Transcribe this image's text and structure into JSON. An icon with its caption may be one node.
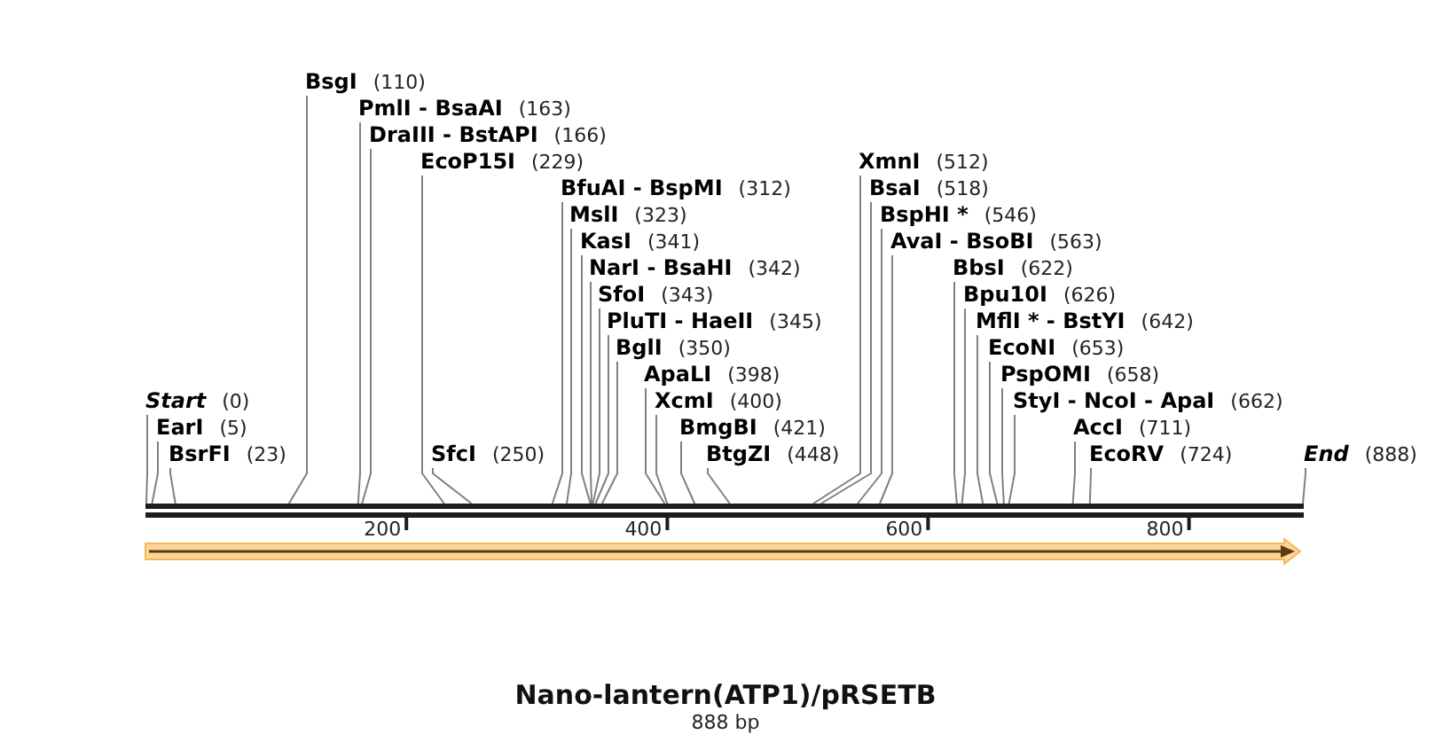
{
  "diagram": {
    "title": "Nano-lantern(ATP1)/pRSETB",
    "caption": "888 bp",
    "nodes": [
      {
        "text": [
          "Start",
          "(0)"
        ]
      },
      {
        "text": [
          "EarI",
          "(5)"
        ]
      },
      {
        "text": [
          "BsrFI",
          "(23)"
        ]
      },
      {
        "text": [
          "BsgI",
          "(110)"
        ]
      },
      {
        "text": [
          "PmlI - BsaAI",
          "(163)"
        ]
      },
      {
        "text": [
          "DraIII - BstAPI",
          "(166)"
        ]
      },
      {
        "text": [
          "EcoP15I",
          "(229)"
        ]
      },
      {
        "text": [
          "SfcI",
          "(250)"
        ]
      },
      {
        "text": [
          "BfuAI - BspMI",
          "(312)"
        ]
      },
      {
        "text": [
          "MslI",
          "(323)"
        ]
      },
      {
        "text": [
          "KasI",
          "(341)"
        ]
      },
      {
        "text": [
          "NarI - BsaHI",
          "(342)"
        ]
      },
      {
        "text": [
          "SfoI",
          "(343)"
        ]
      },
      {
        "text": [
          "PluTI - HaeII",
          "(345)"
        ]
      },
      {
        "text": [
          "BglI",
          "(350)"
        ]
      },
      {
        "text": [
          "ApaLI",
          "(398)"
        ]
      },
      {
        "text": [
          "XcmI",
          "(400)"
        ]
      },
      {
        "text": [
          "BmgBI",
          "(421)"
        ]
      },
      {
        "text": [
          "BtgZI",
          "(448)"
        ]
      },
      {
        "text": [
          "XmnI",
          "(512)"
        ]
      },
      {
        "text": [
          "BsaI",
          "(518)"
        ]
      },
      {
        "text": [
          "BspHI *",
          "(546)"
        ]
      },
      {
        "text": [
          "AvaI - BsoBI",
          "(563)"
        ]
      },
      {
        "text": [
          "BbsI",
          "(622)"
        ]
      },
      {
        "text": [
          "Bpu10I",
          "(626)"
        ]
      },
      {
        "text": [
          "MflI * - BstYI",
          "(642)"
        ]
      },
      {
        "text": [
          "EcoNI",
          "(653)"
        ]
      },
      {
        "text": [
          "PspOMI",
          "(658)"
        ]
      },
      {
        "text": [
          "StyI - NcoI - ApaI",
          "(662)"
        ]
      },
      {
        "text": [
          "AccI",
          "(711)"
        ]
      },
      {
        "text": [
          "EcoRV",
          "(724)"
        ]
      },
      {
        "text": [
          "End",
          "(888)"
        ]
      },
      {
        "text": [],
        "shape": "bar"
      }
    ],
    "edges": [
      {
        "from": 0,
        "to": 32,
        "arrow": "none"
      },
      {
        "from": 1,
        "to": 32,
        "arrow": "none"
      },
      {
        "from": 2,
        "to": 32,
        "arrow": "none"
      },
      {
        "from": 3,
        "to": 32,
        "arrow": "none"
      },
      {
        "from": 4,
        "to": 32,
        "arrow": "none"
      },
      {
        "from": 5,
        "to": 32,
        "arrow": "none"
      },
      {
        "from": 6,
        "to": 32,
        "arrow": "none"
      },
      {
        "from": 7,
        "to": 32,
        "arrow": "none"
      },
      {
        "from": 8,
        "to": 32,
        "arrow": "none"
      },
      {
        "from": 9,
        "to": 32,
        "arrow": "none"
      },
      {
        "from": 10,
        "to": 32,
        "arrow": "none"
      },
      {
        "from": 11,
        "to": 32,
        "arrow": "none"
      },
      {
        "from": 12,
        "to": 32,
        "arrow": "none"
      },
      {
        "from": 13,
        "to": 32,
        "arrow": "none"
      },
      {
        "from": 14,
        "to": 32,
        "arrow": "none"
      },
      {
        "from": 15,
        "to": 32,
        "arrow": "none"
      },
      {
        "from": 16,
        "to": 32,
        "arrow": "none"
      },
      {
        "from": 17,
        "to": 32,
        "arrow": "none"
      },
      {
        "from": 18,
        "to": 32,
        "arrow": "none"
      },
      {
        "from": 19,
        "to": 32,
        "arrow": "none"
      },
      {
        "from": 20,
        "to": 32,
        "arrow": "none"
      },
      {
        "from": 21,
        "to": 32,
        "arrow": "none"
      },
      {
        "from": 22,
        "to": 32,
        "arrow": "none"
      },
      {
        "from": 23,
        "to": 32,
        "arrow": "none"
      },
      {
        "from": 24,
        "to": 32,
        "arrow": "none"
      },
      {
        "from": 25,
        "to": 32,
        "arrow": "none"
      },
      {
        "from": 26,
        "to": 32,
        "arrow": "none"
      },
      {
        "from": 27,
        "to": 32,
        "arrow": "none"
      },
      {
        "from": 28,
        "to": 32,
        "arrow": "none"
      },
      {
        "from": 29,
        "to": 32,
        "arrow": "none"
      },
      {
        "from": 30,
        "to": 32,
        "arrow": "none"
      },
      {
        "from": 31,
        "to": 32,
        "arrow": "none"
      }
    ],
    "labels": [
      "200",
      "400",
      "600",
      "800"
    ]
  }
}
